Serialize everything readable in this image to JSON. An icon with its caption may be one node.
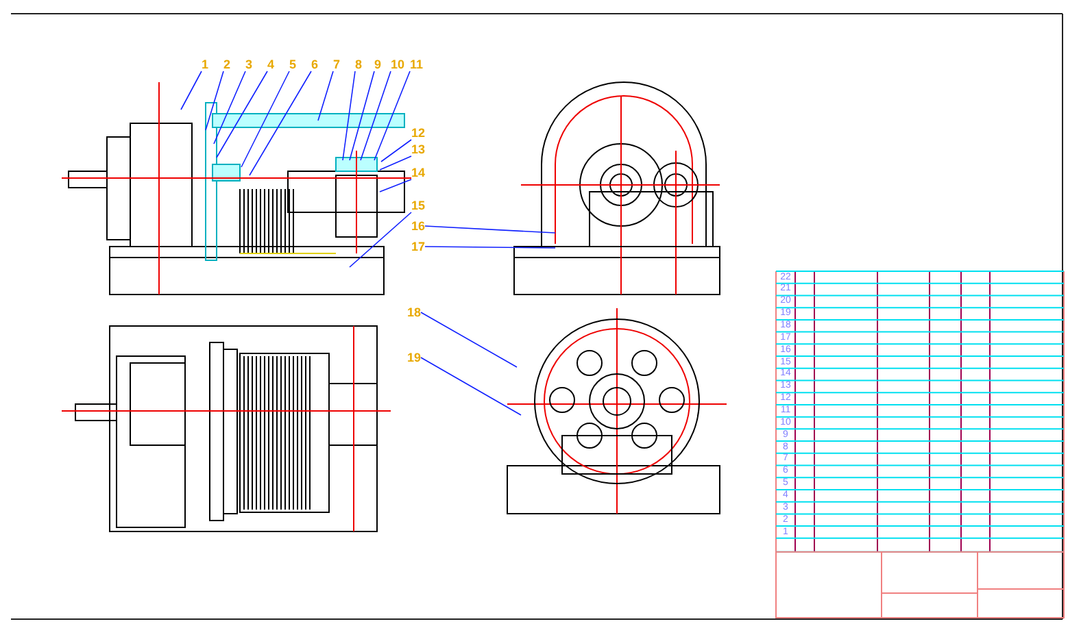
{
  "diagram": {
    "nodes": [
      {
        "text": [
          "1"
        ]
      },
      {
        "text": [
          "2"
        ]
      },
      {
        "text": [
          "3"
        ]
      },
      {
        "text": [
          "4"
        ]
      },
      {
        "text": [
          "5"
        ]
      },
      {
        "text": [
          "6"
        ]
      },
      {
        "text": [
          "7"
        ]
      },
      {
        "text": [
          "8"
        ]
      },
      {
        "text": [
          "9"
        ]
      },
      {
        "text": [
          "10"
        ]
      },
      {
        "text": [
          "11"
        ]
      },
      {
        "text": [
          "12"
        ]
      },
      {
        "text": [
          "13"
        ]
      },
      {
        "text": [
          "14"
        ]
      },
      {
        "text": [
          "15"
        ]
      },
      {
        "text": [
          "16"
        ]
      },
      {
        "text": [
          "17"
        ]
      },
      {
        "text": [
          "18"
        ]
      },
      {
        "text": [
          "19"
        ]
      }
    ],
    "edges": [
      {
        "from": 0,
        "to": null,
        "arrow": "none"
      },
      {
        "from": 1,
        "to": null,
        "arrow": "none"
      },
      {
        "from": 2,
        "to": null,
        "arrow": "none"
      },
      {
        "from": 3,
        "to": null,
        "arrow": "none"
      },
      {
        "from": 4,
        "to": null,
        "arrow": "none"
      },
      {
        "from": 5,
        "to": null,
        "arrow": "none"
      },
      {
        "from": 6,
        "to": null,
        "arrow": "none"
      },
      {
        "from": 7,
        "to": null,
        "arrow": "none"
      },
      {
        "from": 8,
        "to": null,
        "arrow": "none"
      },
      {
        "from": 9,
        "to": null,
        "arrow": "none"
      },
      {
        "from": 10,
        "to": null,
        "arrow": "none"
      },
      {
        "from": 11,
        "to": null,
        "arrow": "none"
      },
      {
        "from": 12,
        "to": null,
        "arrow": "none"
      },
      {
        "from": 13,
        "to": null,
        "arrow": "none"
      },
      {
        "from": 14,
        "to": null,
        "arrow": "none"
      },
      {
        "from": 15,
        "to": null,
        "arrow": "none"
      },
      {
        "from": 16,
        "to": null,
        "arrow": "none"
      },
      {
        "from": 17,
        "to": null,
        "arrow": "none"
      },
      {
        "from": 18,
        "to": null,
        "arrow": "none"
      }
    ],
    "labels": [
      "22",
      "21",
      "20",
      "19",
      "18",
      "17",
      "16",
      "15",
      "14",
      "13",
      "12",
      "11",
      "10",
      "9",
      "8",
      "7",
      "6",
      "5",
      "4",
      "3",
      "2",
      "1"
    ]
  }
}
